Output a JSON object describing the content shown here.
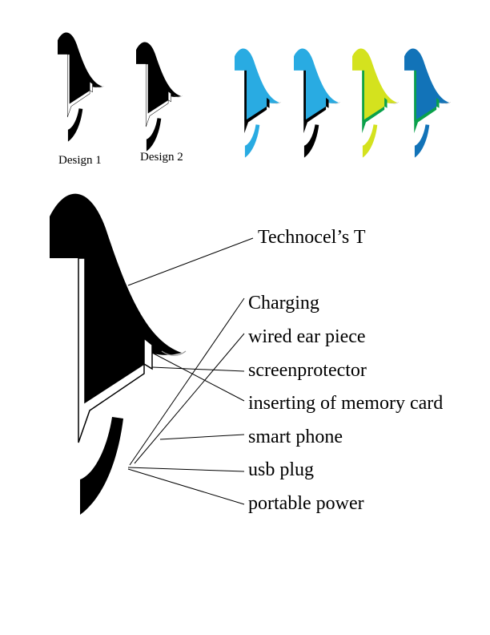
{
  "variants": [
    {
      "caption": "Design 1",
      "body": "#000000",
      "inner": "#ffffff",
      "tail": "#000000"
    },
    {
      "caption": "Design 2",
      "body": "#000000",
      "inner": "#ffffff",
      "tail": "#000000"
    },
    {
      "caption": "",
      "body": "#29abe2",
      "inner": "#000000",
      "tail": "#29abe2"
    },
    {
      "caption": "",
      "body": "#29abe2",
      "inner": "#000000",
      "tail": "#000000"
    },
    {
      "caption": "",
      "body": "#d4e21e",
      "inner": "#0aa14b",
      "tail": "#d4e21e"
    },
    {
      "caption": "",
      "body": "#1273b8",
      "inner": "#0aa14b",
      "tail": "#1273b8"
    }
  ],
  "callouts": [
    {
      "label": "Technocel’s T",
      "icon": "technocel-t-logo"
    },
    {
      "label": "Charging",
      "icon": "charging-feature"
    },
    {
      "label": "wired ear piece",
      "icon": "ear-piece-feature"
    },
    {
      "label": "screenprotector",
      "icon": "screen-protector-feature"
    },
    {
      "label": "inserting of memory card",
      "icon": "memory-card-feature"
    },
    {
      "label": "smart phone",
      "icon": "smart-phone-feature"
    },
    {
      "label": "usb plug",
      "icon": "usb-plug-feature"
    },
    {
      "label": "portable power",
      "icon": "portable-power-feature"
    }
  ]
}
